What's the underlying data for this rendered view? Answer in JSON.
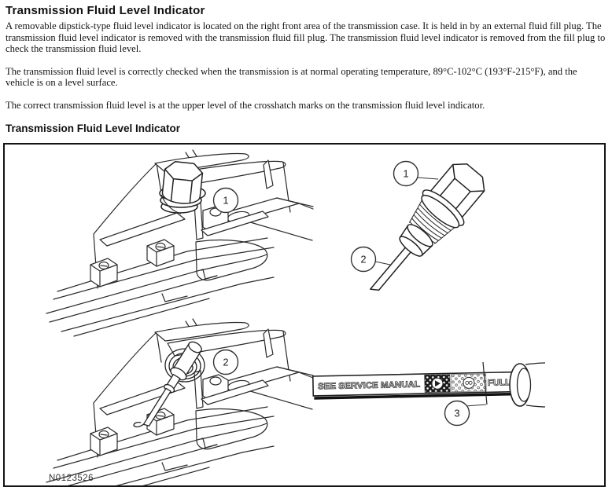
{
  "document": {
    "title": "Transmission Fluid Level Indicator",
    "paragraphs": [
      "A removable dipstick-type fluid level indicator is located on the right front area of the transmission case. It is held in by an external fluid fill plug. The transmission fluid level indicator is removed with the transmission fluid fill plug. The transmission fluid level indicator is removed from the fill plug to check the transmission fluid level.",
      "The transmission fluid level is correctly checked when the transmission is at normal operating temperature, 89°C-102°C (193°F-215°F), and the vehicle is on a level surface.",
      "The correct transmission fluid level is at the upper level of the crosshatch marks on the transmission fluid level indicator."
    ],
    "figure_heading": "Transmission Fluid Level Indicator"
  },
  "figure": {
    "code": "N0123526",
    "callouts": {
      "fill_plug": "1",
      "fluid_level_indicator": "2",
      "crosshatch_marks": "3"
    },
    "dipstick_stamps": {
      "left": "SEE SERVICE MANUAL",
      "full": "FULL"
    },
    "colors": {
      "line": "#222222",
      "background": "#ffffff",
      "frame_border": "#141414"
    }
  }
}
